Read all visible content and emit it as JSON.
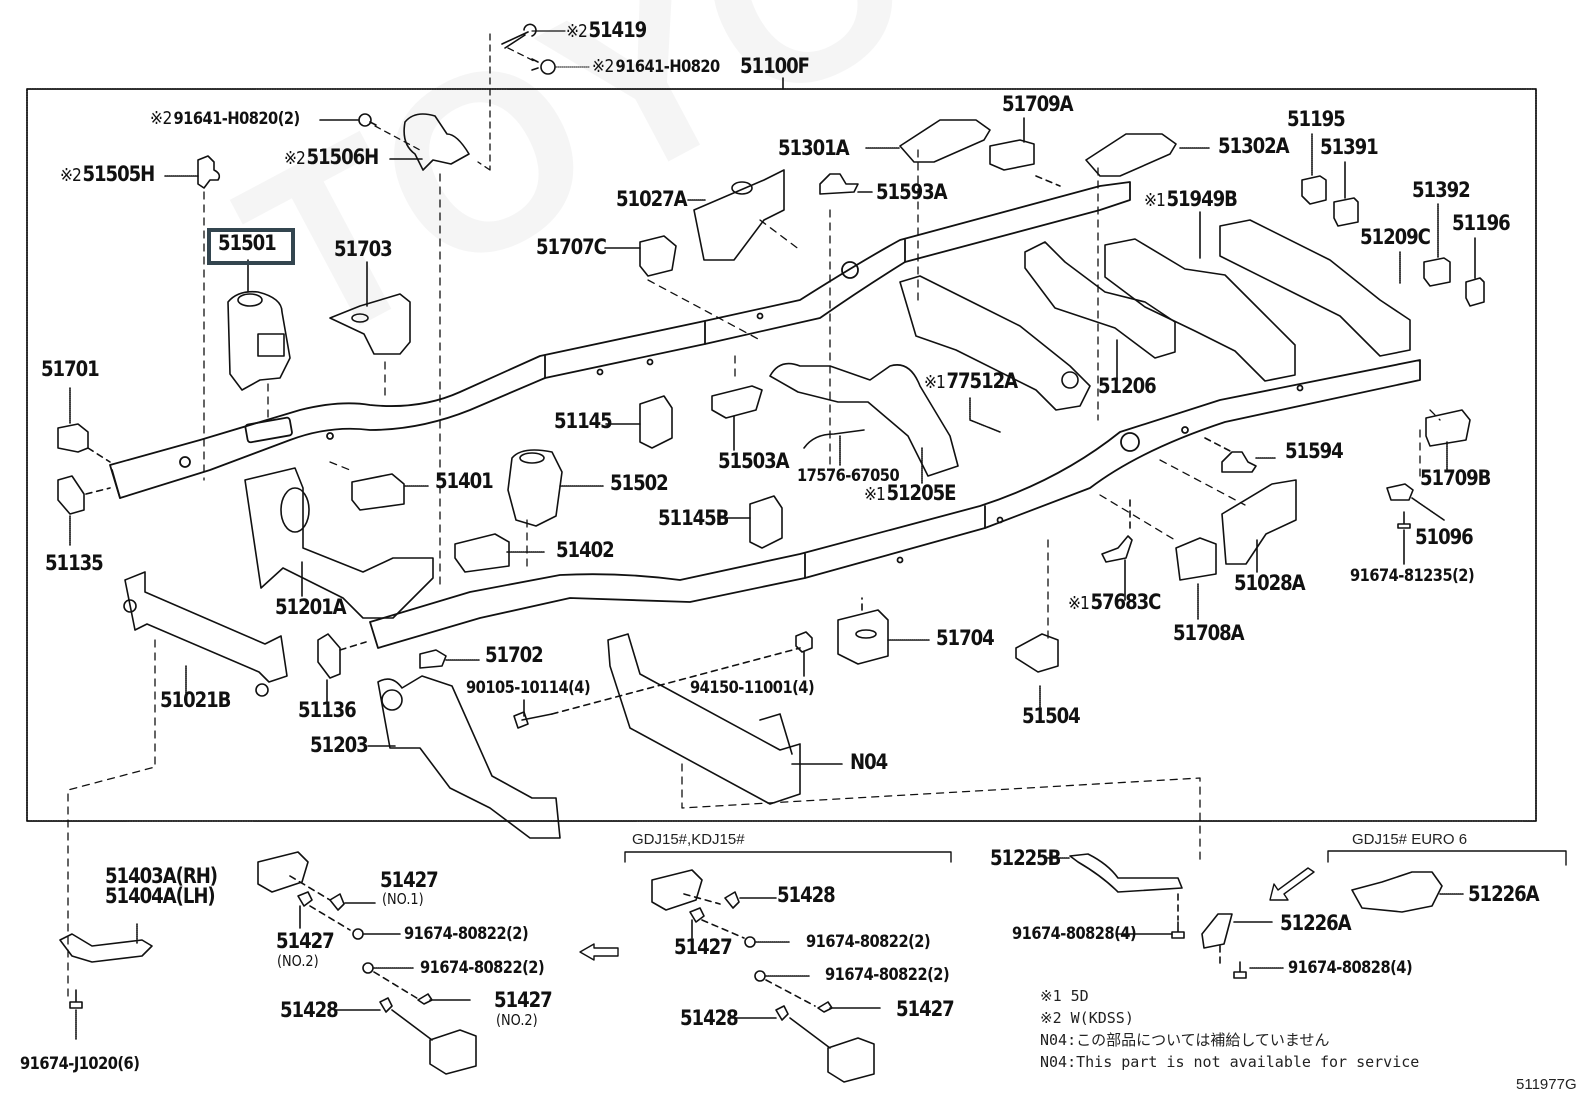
{
  "diagram": {
    "assembly_label": "51100F",
    "diagram_id": "511977G",
    "watermark": "TOYOTA-PARTS"
  },
  "labels": {
    "p51419": {
      "mark": "※2",
      "text": "51419"
    },
    "p91641_top": {
      "mark": "※2",
      "text": "91641-H0820"
    },
    "p51100F": {
      "text": "51100F"
    },
    "p91641_2": {
      "mark": "※2",
      "text": "91641-H0820(2)"
    },
    "p51506H": {
      "mark": "※2",
      "text": "51506H"
    },
    "p51505H": {
      "mark": "※2",
      "text": "51505H"
    },
    "p51501": {
      "text": "51501",
      "highlighted": true
    },
    "p51703": {
      "text": "51703"
    },
    "p51701": {
      "text": "51701"
    },
    "p51135": {
      "text": "51135"
    },
    "p51401": {
      "text": "51401"
    },
    "p51201A": {
      "text": "51201A"
    },
    "p51502": {
      "text": "51502"
    },
    "p51402": {
      "text": "51402"
    },
    "p51021B": {
      "text": "51021B"
    },
    "p51136": {
      "text": "51136"
    },
    "p51702": {
      "text": "51702"
    },
    "p51203": {
      "text": "51203"
    },
    "p90105": {
      "text": "90105-10114(4)"
    },
    "p94150": {
      "text": "94150-11001(4)"
    },
    "pN04": {
      "text": "N04"
    },
    "p51704": {
      "text": "51704"
    },
    "p51504": {
      "text": "51504"
    },
    "p51145": {
      "text": "51145"
    },
    "p51503A": {
      "text": "51503A"
    },
    "p17576": {
      "text": "17576-67050"
    },
    "p51205E": {
      "mark": "※1",
      "text": "51205E"
    },
    "p51145B": {
      "text": "51145B"
    },
    "p51027A": {
      "text": "51027A"
    },
    "p51707C": {
      "text": "51707C"
    },
    "p51301A": {
      "text": "51301A"
    },
    "p51593A": {
      "text": "51593A"
    },
    "p51709A": {
      "text": "51709A"
    },
    "p51302A": {
      "text": "51302A"
    },
    "p51949B": {
      "mark": "※1",
      "text": "51949B"
    },
    "p77512A": {
      "mark": "※1",
      "text": "77512A"
    },
    "p51206": {
      "text": "51206"
    },
    "p51195": {
      "text": "51195"
    },
    "p51391": {
      "text": "51391"
    },
    "p51392": {
      "text": "51392"
    },
    "p51196": {
      "text": "51196"
    },
    "p51209C": {
      "text": "51209C"
    },
    "p51594": {
      "text": "51594"
    },
    "p51709B": {
      "text": "51709B"
    },
    "p51096": {
      "text": "51096"
    },
    "p91674_81235": {
      "text": "91674-81235(2)"
    },
    "p57683C": {
      "mark": "※1",
      "text": "57683C"
    },
    "p51708A": {
      "text": "51708A"
    },
    "p51028A": {
      "text": "51028A"
    },
    "p51403A": {
      "text": "51403A(RH)"
    },
    "p51404A": {
      "text": "51404A(LH)"
    },
    "p91674_J1020": {
      "text": "91674-J1020(6)"
    },
    "lowerLeft": {
      "p51427_no1": {
        "text": "51427",
        "sub": "(NO.1)"
      },
      "p51427_no2a": {
        "text": "51427",
        "sub": "(NO.2)"
      },
      "p91674_80822_a": {
        "text": "91674-80822(2)"
      },
      "p91674_80822_b": {
        "text": "91674-80822(2)"
      },
      "p51428": {
        "text": "51428"
      },
      "p51427_no2b": {
        "text": "51427",
        "sub": "(NO.2)"
      }
    },
    "lowerMid": {
      "group_label": "GDJ15#,KDJ15#",
      "p51428_a": {
        "text": "51428"
      },
      "p51427_a": {
        "text": "51427"
      },
      "p91674_80822_a": {
        "text": "91674-80822(2)"
      },
      "p91674_80822_b": {
        "text": "91674-80822(2)"
      },
      "p51428_b": {
        "text": "51428"
      },
      "p51427_b": {
        "text": "51427"
      }
    },
    "lowerRight": {
      "p51225B": {
        "text": "51225B"
      },
      "p91674_80828_a": {
        "text": "91674-80828(4)"
      },
      "p51226A_a": {
        "text": "51226A"
      },
      "p91674_80828_b": {
        "text": "91674-80828(4)"
      },
      "group_label": "GDJ15# EURO 6",
      "p51226A_b": {
        "text": "51226A"
      }
    }
  },
  "notes": [
    "※1 5D",
    "※2 W(KDSS)",
    "N04:この部品については補給していません",
    "N04:This part is not available for service"
  ]
}
